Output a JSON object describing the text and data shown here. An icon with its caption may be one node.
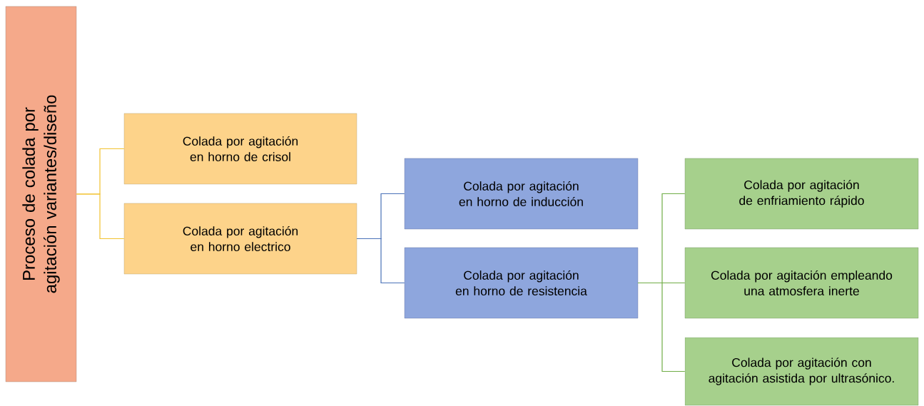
{
  "diagram": {
    "nodes": [
      {
        "text": [
          "Proceso de colada por agitación variantes/diseño"
        ]
      },
      {
        "text": [
          "Colada por agitación en horno de crisol"
        ]
      },
      {
        "text": [
          "Colada por agitación en horno electrico"
        ]
      },
      {
        "text": [
          "Colada por agitación en horno de inducción"
        ]
      },
      {
        "text": [
          "Colada por agitación en horno de resistencia"
        ]
      },
      {
        "text": [
          "Colada por agitación  de enfriamiento rápido"
        ]
      },
      {
        "text": [
          "Colada por agitación empleando una atmosfera inerte"
        ]
      },
      {
        "text": [
          "Colada por agitación con agitación asistida por ultrasónico."
        ]
      }
    ],
    "edges": [
      {
        "from": 0,
        "to": 1,
        "arrow": "none",
        "color": "#f2c22e"
      },
      {
        "from": 0,
        "to": 2,
        "arrow": "none",
        "color": "#f2c22e"
      },
      {
        "from": 2,
        "to": 3,
        "arrow": "none",
        "color": "#4a72b8"
      },
      {
        "from": 2,
        "to": 4,
        "arrow": "none",
        "color": "#4a72b8"
      },
      {
        "from": 4,
        "to": 5,
        "arrow": "none",
        "color": "#70ad47"
      },
      {
        "from": 4,
        "to": 6,
        "arrow": "none",
        "color": "#70ad47"
      },
      {
        "from": 4,
        "to": 7,
        "arrow": "none",
        "color": "#70ad47"
      }
    ]
  }
}
